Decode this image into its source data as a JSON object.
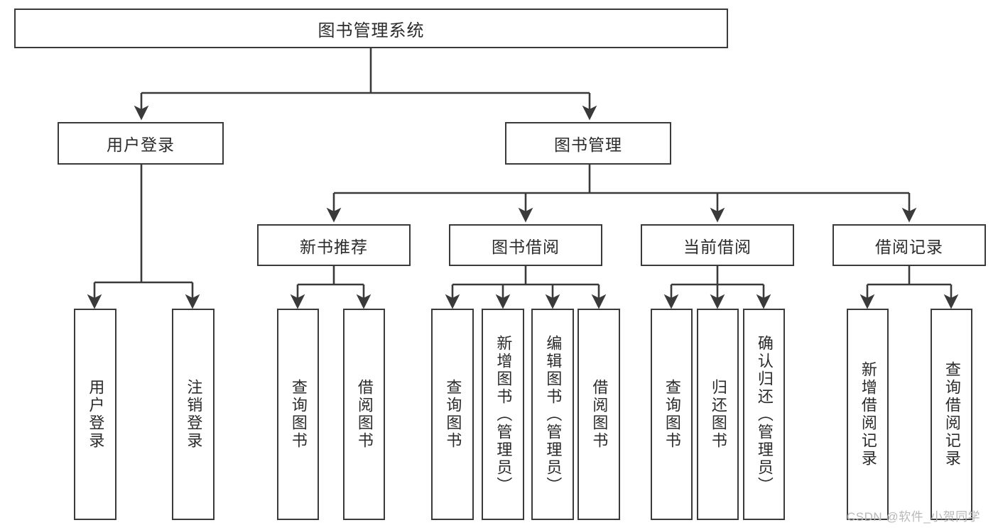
{
  "diagram": {
    "type": "tree-hierarchy-chart",
    "title": "图书管理系统",
    "watermark": "CSDN @软件_小贺同学",
    "stroke_color": "#3a3a3a",
    "text_color": "#2b2b2b",
    "background": "#ffffff"
  },
  "nodes": {
    "root": {
      "label": "图书管理系统",
      "level": 1
    },
    "level2": [
      {
        "id": "user-login",
        "label": "用户登录"
      },
      {
        "id": "book-manage",
        "label": "图书管理"
      }
    ],
    "level3": [
      {
        "id": "new-book-recommend",
        "label": "新书推荐"
      },
      {
        "id": "book-borrow",
        "label": "图书借阅"
      },
      {
        "id": "current-borrow",
        "label": "当前借阅"
      },
      {
        "id": "borrow-record",
        "label": "借阅记录"
      }
    ],
    "leaves": {
      "user-login": [
        {
          "id": "leaf-user-login",
          "label": "用户登录"
        },
        {
          "id": "leaf-logout-login",
          "label": "注销登录"
        }
      ],
      "new-book-recommend": [
        {
          "id": "leaf-query-book-1",
          "label": "查询图书"
        },
        {
          "id": "leaf-borrow-book-1",
          "label": "借阅图书"
        }
      ],
      "book-borrow": [
        {
          "id": "leaf-query-book-2",
          "label": "查询图书"
        },
        {
          "id": "leaf-add-book",
          "label": "新增图书（管理员）"
        },
        {
          "id": "leaf-edit-book",
          "label": "编辑图书（管理员）"
        },
        {
          "id": "leaf-borrow-book-2",
          "label": "借阅图书"
        }
      ],
      "current-borrow": [
        {
          "id": "leaf-query-book-3",
          "label": "查询图书"
        },
        {
          "id": "leaf-return-book",
          "label": "归还图书"
        },
        {
          "id": "leaf-confirm-return",
          "label": "确认归还（管理员）"
        }
      ],
      "borrow-record": [
        {
          "id": "leaf-add-record",
          "label": "新增借阅记录"
        },
        {
          "id": "leaf-query-record",
          "label": "查询借阅记录"
        }
      ]
    }
  }
}
